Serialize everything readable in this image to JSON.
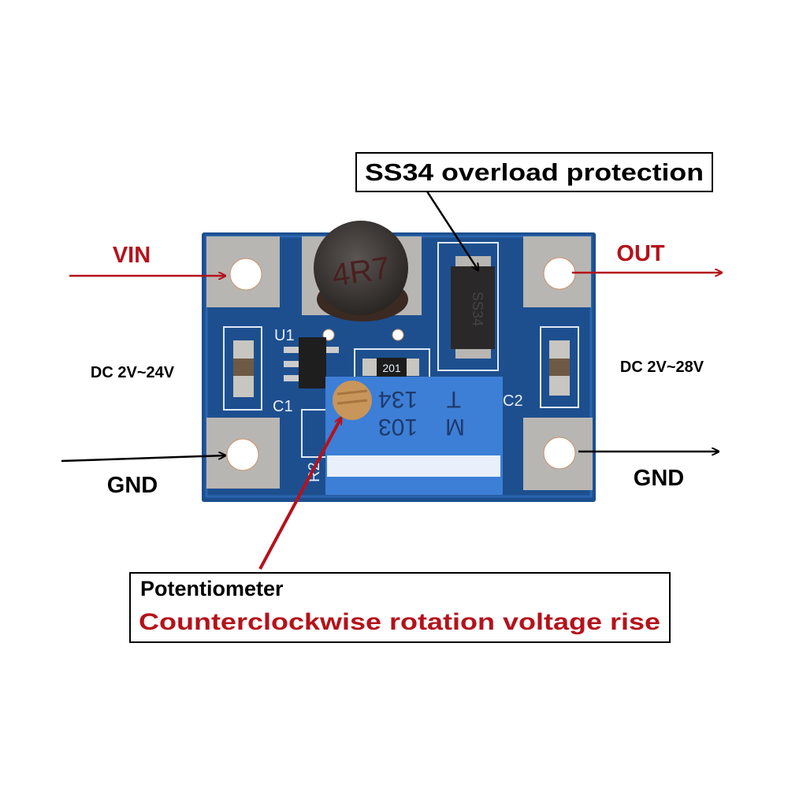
{
  "labels": {
    "vin": "VIN",
    "out": "OUT",
    "vin_range": "DC 2V~24V",
    "out_range": "DC 2V~28V",
    "gnd_left": "GND",
    "gnd_right": "GND",
    "diode_callout": "SS34 overload protection",
    "pot_title": "Potentiometer",
    "pot_note": "Counterclockwise rotation voltage rise"
  },
  "board_markings": {
    "inductor": "4R7",
    "diode": "SS34",
    "resistor": "201",
    "u1": "U1",
    "c1": "C1",
    "c2": "C2",
    "r2": "R2",
    "pot_line1": "103",
    "pot_line1b": "M",
    "pot_line2": "134",
    "pot_line2b": "T"
  },
  "colors": {
    "red": "#b5121b",
    "board": "#1d4f8f",
    "pot": "#3d7fd6"
  }
}
